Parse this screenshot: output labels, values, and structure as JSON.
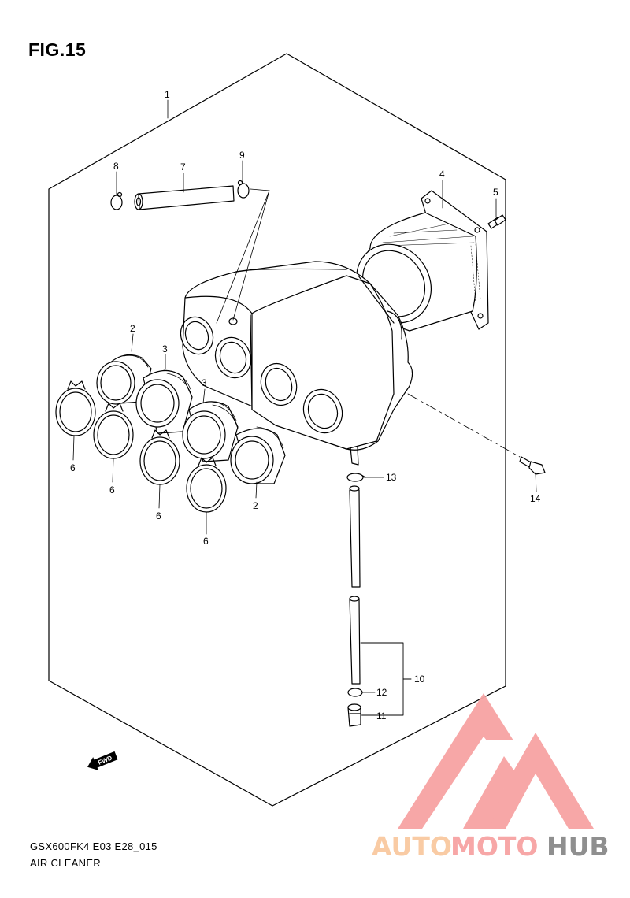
{
  "figure": {
    "title": "FIG.15",
    "model_code": "GSX600FK4 E03 E28_015",
    "section_name": "AIR CLEANER"
  },
  "callouts": [
    "1",
    "2",
    "3",
    "4",
    "5",
    "6",
    "7",
    "8",
    "9",
    "10",
    "11",
    "12",
    "13",
    "14"
  ],
  "direction_badge": "FWD",
  "watermark": {
    "word_part_1": "AUTO",
    "word_part_2": "MOTO",
    "word_part_3": "HUB",
    "colors": {
      "logo": "#f7a3a3",
      "auto": "#f9c9a0",
      "moto": "#f7a3a3",
      "hub": "#8a8a8a"
    }
  },
  "colors": {
    "line": "#000000",
    "background": "#ffffff"
  }
}
